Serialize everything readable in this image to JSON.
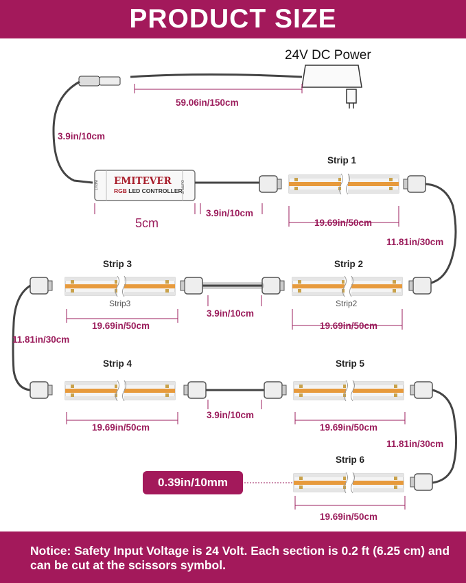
{
  "header": {
    "title": "PRODUCT SIZE"
  },
  "power": {
    "title": "24V DC Power",
    "cable_length": "59.06in/150cm",
    "lead_length": "3.9in/10cm"
  },
  "controller": {
    "brand": "EMITEVER",
    "name_prefix": "RGB",
    "name_rest": " LED CONTROLLER",
    "input_text": "INPUT",
    "output_text": "OUTPUT",
    "width_label": "5cm",
    "output_lead": "3.9in/10cm"
  },
  "strips": [
    {
      "title": "Strip 1",
      "length": "19.69in/50cm"
    },
    {
      "title": "Strip 2",
      "length": "19.69in/50cm",
      "caption": "Strip2"
    },
    {
      "title": "Strip 3",
      "length": "19.69in/50cm",
      "caption": "Strip3"
    },
    {
      "title": "Strip 4",
      "length": "19.69in/50cm"
    },
    {
      "title": "Strip 5",
      "length": "19.69in/50cm"
    },
    {
      "title": "Strip 6",
      "length": "19.69in/50cm"
    }
  ],
  "connections": {
    "s1_s2": "11.81in/30cm",
    "s2_s3": "3.9in/10cm",
    "s3_s4": "11.81in/30cm",
    "s4_s5": "3.9in/10cm",
    "s5_s6": "11.81in/30cm"
  },
  "cut_section": "0.39in/10mm",
  "footer": {
    "notice": "Notice: Safety Input Voltage is 24 Volt. Each section is 0.2 ft (6.25 cm) and can be cut at the scissors symbol."
  },
  "colors": {
    "brand": "#a3195b",
    "dimension_text": "#9b1d5c",
    "led": "#e79a3c"
  }
}
